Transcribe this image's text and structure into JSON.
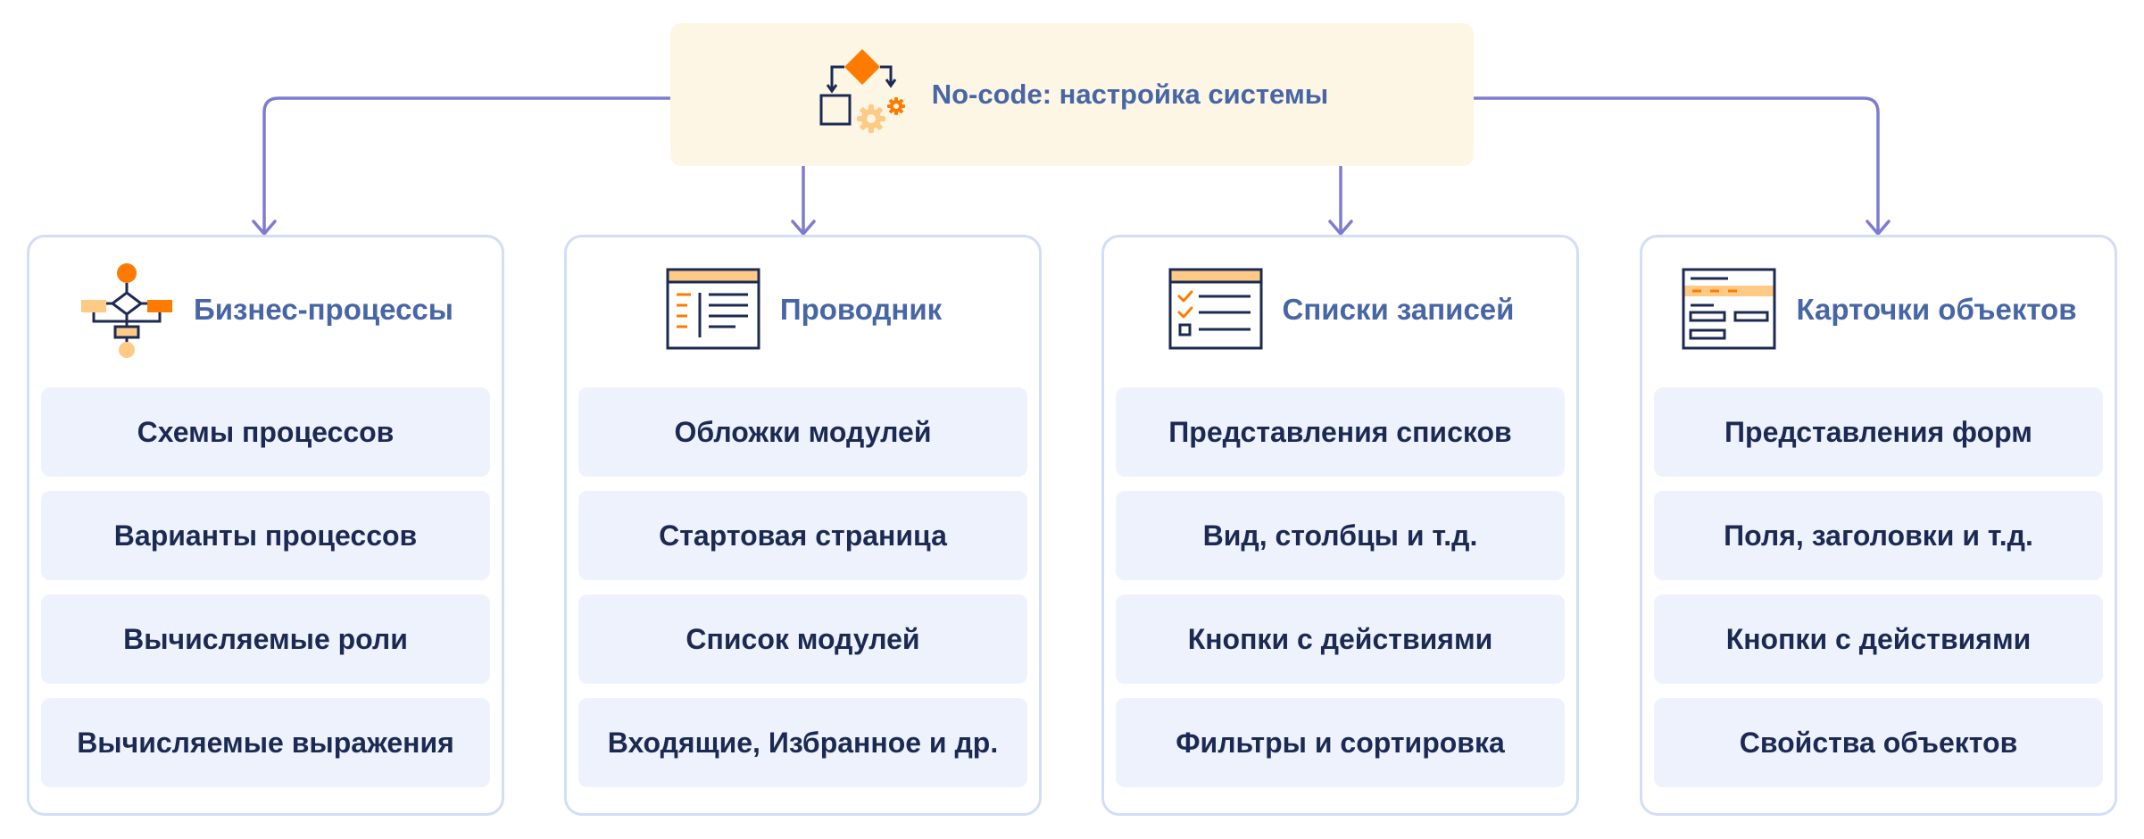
{
  "root": {
    "title": "No-code: настройка системы",
    "icon": "settings-flow-icon"
  },
  "colors": {
    "accent_orange": "#ff7b00",
    "light_orange": "#ffc986",
    "title_blue": "#4766a6",
    "item_text": "#1c2a53",
    "item_bg": "#edf2fd",
    "column_border": "#d2ddf6",
    "connector": "#7e7bd1",
    "root_bg": "#fdf6e4"
  },
  "columns": [
    {
      "title": "Бизнес-процессы",
      "icon": "flowchart-icon",
      "items": [
        "Схемы процессов",
        "Варианты процессов",
        "Вычисляемые роли",
        "Вычисляемые выражения"
      ]
    },
    {
      "title": "Проводник",
      "icon": "explorer-window-icon",
      "items": [
        "Обложки модулей",
        "Стартовая страница",
        "Список модулей",
        "Входящие, Избранное и др."
      ]
    },
    {
      "title": "Списки записей",
      "icon": "checklist-icon",
      "items": [
        "Представления списков",
        "Вид, столбцы и т.д.",
        "Кнопки с действиями",
        "Фильтры и сортировка"
      ]
    },
    {
      "title": "Карточки объектов",
      "icon": "object-card-icon",
      "items": [
        "Представления форм",
        "Поля, заголовки и т.д.",
        "Кнопки с действиями",
        "Свойства объектов"
      ]
    }
  ]
}
